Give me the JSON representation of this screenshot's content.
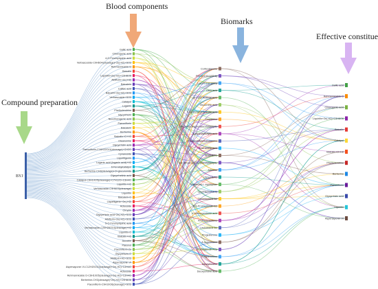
{
  "headings": {
    "compound_preparation": "Compound preparation",
    "blood_components": "Blood components",
    "biomarks": "Biomarks",
    "effective_constituents": "Effective constituents"
  },
  "source": {
    "label": "BYJ",
    "color": "#3a5fa8"
  },
  "arrow_colors": {
    "compound_preparation": "#a8d889",
    "blood_components": "#f0a878",
    "biomarks": "#8ab4de",
    "effective_constituents": "#d8b4f2"
  },
  "blood_components": [
    "Gallic acid",
    "Chlorogenic acid",
    "4-O-Feruloylquinic acid",
    "Verbascoside-C9H6O4(cleavage)+2e(-H2)+SO3",
    "Rehmannioside D",
    "Baicalin",
    "Liquiritin+2e(-H2)+C9H8O6",
    "Albiflorin+2e(-H2)",
    "Baicalein",
    "Caffeic acid",
    "Baicalin+2e(-H2)+SO3",
    "Verbascoside+SO3",
    "Catalpol",
    "Loganin",
    "Phellodendrine",
    "Glycyrrhizin",
    "Neochlorogenic acid",
    "Paeoniflorin",
    "Baicalein",
    "Berberine",
    "Baicalin+O+H2",
    "Oleanonine",
    "Glycyrrhizin acid",
    "Paeoniflorin-C16H22O11(cleavage)+CH2O",
    "Cynaroside",
    "Liquiritigenin",
    "Loganic acid (loganin acid)+H2",
    "6-Feruloylcatalpol",
    "Berberine-CH3(cleavage)+O+glucuronide",
    "Glycyrrhetinic acid",
    "Catalpol-C9H10O5(cleavage)+C7H12O+C3H4O",
    "Liquiritin+H2",
    "Verbascoside-C9H6O3(cleavage)",
    "Liquiritin",
    "Baicalein-O",
    "Liquiritigenin+2e(-H2)",
    "Acteoside",
    "Chrysin",
    "Glycyrrhizin acid+2e(-H2)+SO3",
    "Albiflorin+2e(-H2)+SO3",
    "5-O-Feruloylquinic acid",
    "Verbascoside-C20H28O10(cleavage)+H2",
    "Liquiritin-O",
    "Baicalin+H2",
    "Aucubin",
    "Paeonol",
    "Paeoniflorin-2e",
    "Glycyrrhizin-O",
    "Albiflorin+H2+SO3",
    "Aspersaponin VI",
    "Aspersaponin VI-C12H20O10(cleavage)+2e(-H2)+C2H4O",
    "Acteoside",
    "Rehmannioside D-C6H10O5(cleavage)+2e(-H2)+C2H4O",
    "Berberine-CH3(cleavage)+2e(-H2)+C9H8O6",
    "Paeoniflorin-C9H10O6(cleavage)+SO3"
  ],
  "biomarks": [
    "Corticosterone",
    "PE(18:0/16:0/22:6)",
    "LysoPC(18:1(9Z))",
    "Citric acid",
    "all-trans-Retinoic acid",
    "Glucuronic acid",
    "5-Hydroxyindoleacetic acid",
    "Dopamine",
    "3,4-Dihydroxyphenylacetaldehyde",
    "3-Hydroxybutyric acid",
    "Phosphatidylethanolamine",
    "Arachidonic acid",
    "5(S)-HETE",
    "3,4-Dihydroxyphenylacetaldehyde",
    "Adenine",
    "15(S)-HETE",
    "5-Methoxy-L-tryptophan",
    "LysoPE(0:0/18:0)",
    "Thromboxane B2",
    "11b-Prostaglandin E2",
    "4-Hydroxyestrone acid",
    "Androstenedione",
    "Leukotriene B4",
    "Progesterone",
    "8-Isoprostane",
    "Prostaglandin F2a",
    "Pregnenolone",
    "Deoxyinosine",
    "Deoxyuridine acid"
  ],
  "effective_constituents": [
    "Gallic acid",
    "Rehmannioside D",
    "Chlorogenic acid",
    "Liquiritin+2e(-H2)+C9H8O6",
    "Baicalin",
    "Catalpol",
    "Baicalin+O+H2",
    "Phellodendrine",
    "Berberine",
    "Paeoniflorin",
    "Glycyrrhizic acid",
    "Liquiritin",
    "Aspersaponin VI"
  ],
  "blood_node_colors": [
    "#4caf50",
    "#8bc34a",
    "#cddc39",
    "#ffc107",
    "#ff9800",
    "#f44336",
    "#e91e63",
    "#9c27b0",
    "#673ab7",
    "#3f51b5",
    "#2196f3",
    "#03a9f4",
    "#00bcd4",
    "#009688",
    "#795548"
  ],
  "biomark_node_colors": [
    "#8d6e63",
    "#7e57c2",
    "#42a5f5",
    "#26a69a",
    "#66bb6a",
    "#9ccc65",
    "#ffca28",
    "#ffa726",
    "#ef5350",
    "#ab47bc",
    "#5c6bc0",
    "#29b6f6"
  ],
  "effective_node_colors": [
    "#43a047",
    "#fb8c00",
    "#7cb342",
    "#8e24aa",
    "#e53935",
    "#fdd835",
    "#f4511e",
    "#c62828",
    "#1e88e5",
    "#6a1b9a",
    "#3949ab",
    "#26c6da",
    "#6d4c41"
  ]
}
